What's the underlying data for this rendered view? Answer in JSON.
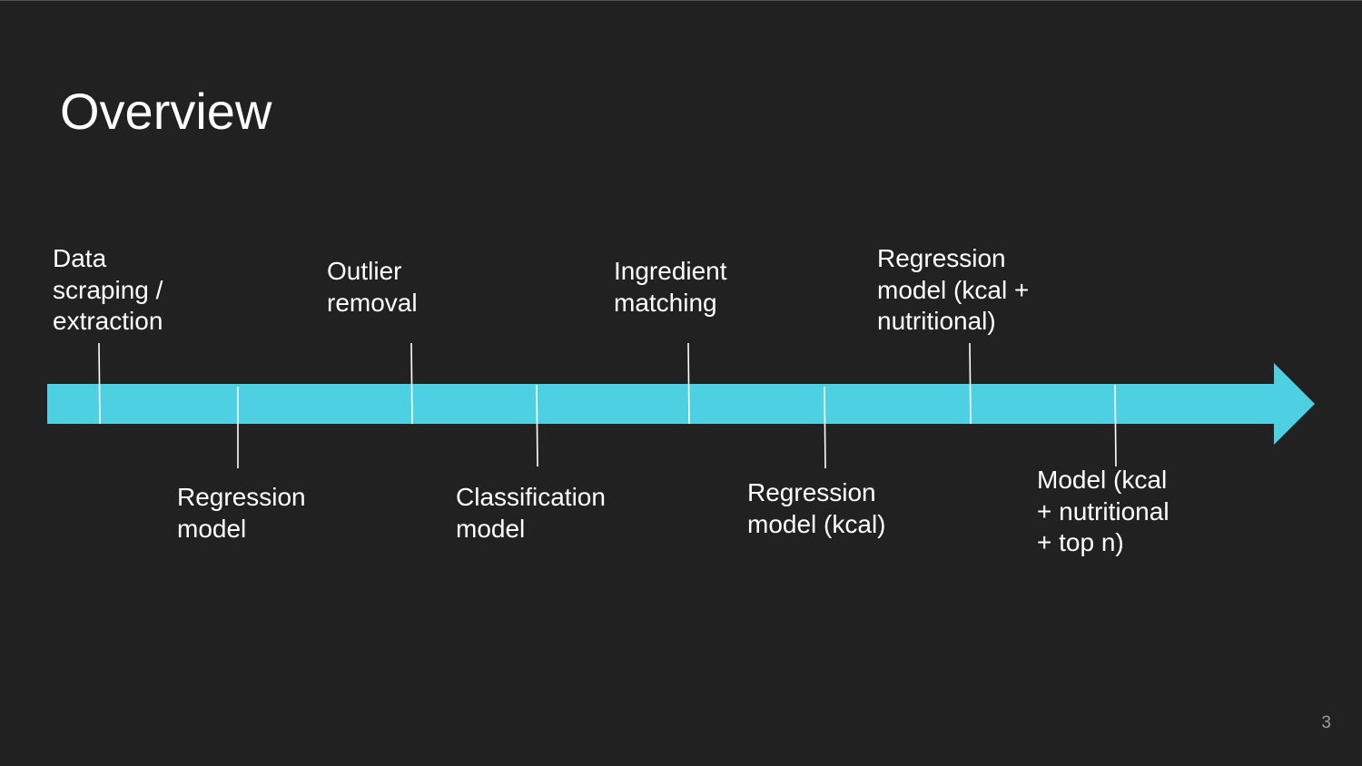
{
  "slide": {
    "title": "Overview",
    "page_number": "3"
  },
  "timeline": {
    "arrow_color": "#4dd0e1",
    "tick_color": "#ffffff",
    "steps": [
      {
        "label": "Data\nscraping /\nextraction"
      },
      {
        "label": "Regression\nmodel"
      },
      {
        "label": "Outlier\nremoval"
      },
      {
        "label": "Classification\nmodel"
      },
      {
        "label": "Ingredient\nmatching"
      },
      {
        "label": "Regression\nmodel (kcal)"
      },
      {
        "label": "Regression\nmodel (kcal +\nnutritional)"
      },
      {
        "label": "Model (kcal\n+ nutritional\n+ top n)"
      }
    ]
  }
}
